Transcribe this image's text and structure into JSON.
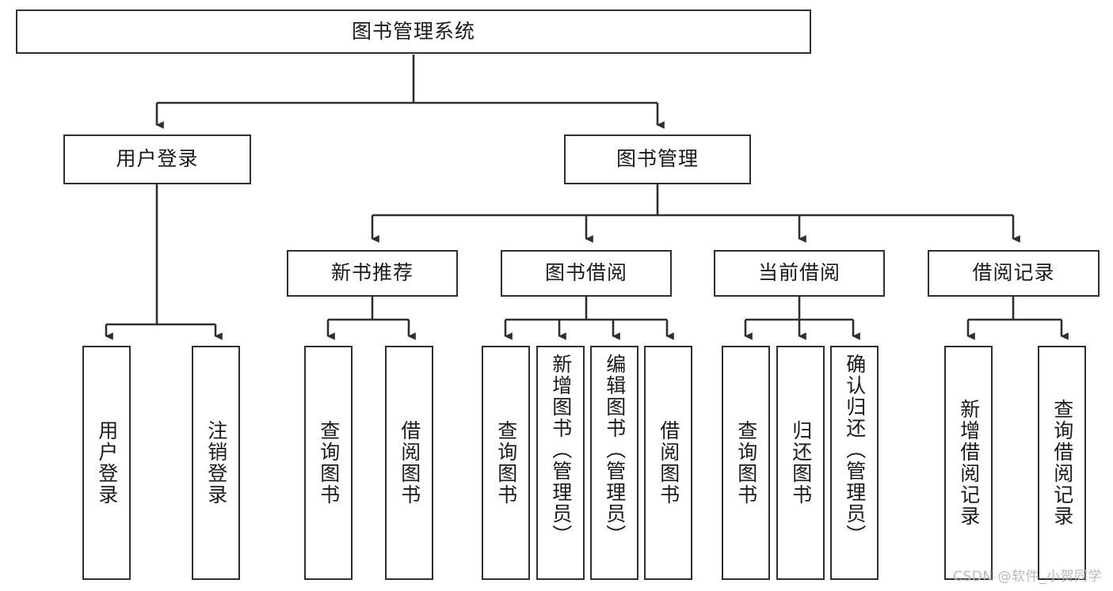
{
  "diagram": {
    "title": "图书管理系统",
    "type": "tree-hierarchy-chart",
    "root": {
      "id": "root",
      "label": "图书管理系统"
    },
    "level2": [
      {
        "id": "user-login",
        "label": "用户登录"
      },
      {
        "id": "book-manage",
        "label": "图书管理"
      }
    ],
    "level3": [
      {
        "id": "new-book-rec",
        "label": "新书推荐"
      },
      {
        "id": "book-borrow",
        "label": "图书借阅"
      },
      {
        "id": "current-borrow",
        "label": "当前借阅"
      },
      {
        "id": "borrow-record",
        "label": "借阅记录"
      }
    ],
    "leaves": {
      "user_login": [
        {
          "id": "leaf-user-login",
          "label": "用户登录"
        },
        {
          "id": "leaf-logout",
          "label": "注销登录"
        }
      ],
      "new_book_rec": [
        {
          "id": "leaf-query-book-1",
          "label": "查询图书"
        },
        {
          "id": "leaf-borrow-book-1",
          "label": "借阅图书"
        }
      ],
      "book_borrow": [
        {
          "id": "leaf-query-book-2",
          "label": "查询图书"
        },
        {
          "id": "leaf-add-book",
          "label": "新增图书（管理员）"
        },
        {
          "id": "leaf-edit-book",
          "label": "编辑图书（管理员）"
        },
        {
          "id": "leaf-borrow-book-2",
          "label": "借阅图书"
        }
      ],
      "current_borrow": [
        {
          "id": "leaf-query-book-3",
          "label": "查询图书"
        },
        {
          "id": "leaf-return-book",
          "label": "归还图书"
        },
        {
          "id": "leaf-confirm-return",
          "label": "确认归还（管理员）"
        }
      ],
      "borrow_record": [
        {
          "id": "leaf-add-record",
          "label": "新增借阅记录"
        },
        {
          "id": "leaf-query-record",
          "label": "查询借阅记录"
        }
      ]
    }
  },
  "watermark": {
    "text": "CSDN @软件_小贺同学"
  },
  "colors": {
    "stroke": "#2f2f2f",
    "fill": "#ffffff",
    "text": "#1a1a1a",
    "watermark": "#b9b9b9"
  }
}
